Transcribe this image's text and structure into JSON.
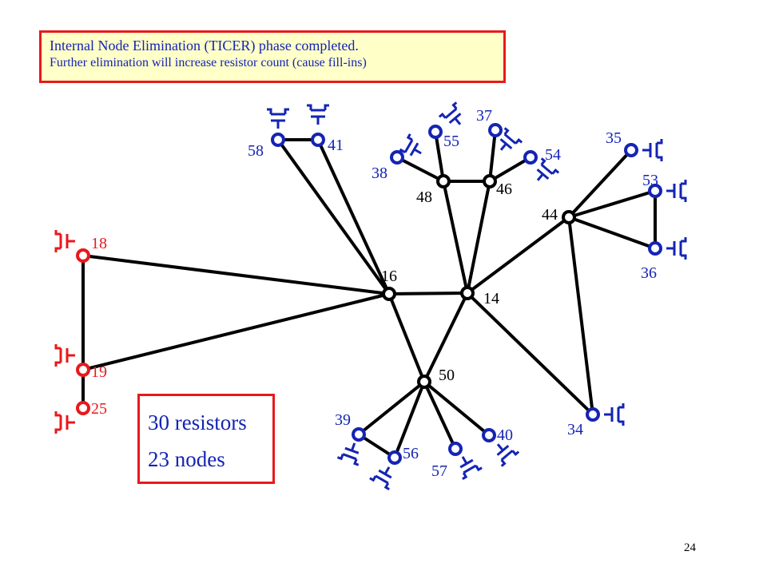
{
  "note": {
    "line1": "Internal Node Elimination (TICER) phase completed.",
    "line2": "Further elimination will increase resistor count (cause fill-ins)"
  },
  "stats": {
    "resistors": "30 resistors",
    "nodes": "23 nodes"
  },
  "page_number": "24",
  "colors": {
    "internal": "#000000",
    "port_blue": "#1424b4",
    "port_red": "#e8191c",
    "label_blue": "#1424b4",
    "label_red": "#e8191c",
    "label_black": "#000000"
  },
  "nodes": [
    {
      "id": "16",
      "type": "internal"
    },
    {
      "id": "14",
      "type": "internal"
    },
    {
      "id": "50",
      "type": "internal"
    },
    {
      "id": "48",
      "type": "internal"
    },
    {
      "id": "46",
      "type": "internal"
    },
    {
      "id": "44",
      "type": "internal"
    },
    {
      "id": "58",
      "type": "port_blue"
    },
    {
      "id": "41",
      "type": "port_blue"
    },
    {
      "id": "38",
      "type": "port_blue"
    },
    {
      "id": "55",
      "type": "port_blue"
    },
    {
      "id": "37",
      "type": "port_blue"
    },
    {
      "id": "54",
      "type": "port_blue"
    },
    {
      "id": "35",
      "type": "port_blue"
    },
    {
      "id": "53",
      "type": "port_blue"
    },
    {
      "id": "36",
      "type": "port_blue"
    },
    {
      "id": "34",
      "type": "port_blue"
    },
    {
      "id": "39",
      "type": "port_blue"
    },
    {
      "id": "56",
      "type": "port_blue"
    },
    {
      "id": "57",
      "type": "port_blue"
    },
    {
      "id": "40",
      "type": "port_blue"
    },
    {
      "id": "18",
      "type": "port_red"
    },
    {
      "id": "19",
      "type": "port_red"
    },
    {
      "id": "25",
      "type": "port_red"
    }
  ],
  "edges": [
    [
      "58",
      "41"
    ],
    [
      "58",
      "16"
    ],
    [
      "41",
      "16"
    ],
    [
      "18",
      "16"
    ],
    [
      "19",
      "16"
    ],
    [
      "18",
      "19"
    ],
    [
      "16",
      "14"
    ],
    [
      "16",
      "50"
    ],
    [
      "14",
      "50"
    ],
    [
      "14",
      "48"
    ],
    [
      "14",
      "46"
    ],
    [
      "14",
      "44"
    ],
    [
      "14",
      "34"
    ],
    [
      "48",
      "46"
    ],
    [
      "48",
      "38"
    ],
    [
      "48",
      "55"
    ],
    [
      "46",
      "37"
    ],
    [
      "46",
      "54"
    ],
    [
      "44",
      "35"
    ],
    [
      "44",
      "53"
    ],
    [
      "44",
      "36"
    ],
    [
      "44",
      "34"
    ],
    [
      "53",
      "36"
    ],
    [
      "50",
      "39"
    ],
    [
      "50",
      "56"
    ],
    [
      "50",
      "57"
    ],
    [
      "50",
      "40"
    ],
    [
      "39",
      "56"
    ],
    [
      "19",
      "25"
    ]
  ]
}
